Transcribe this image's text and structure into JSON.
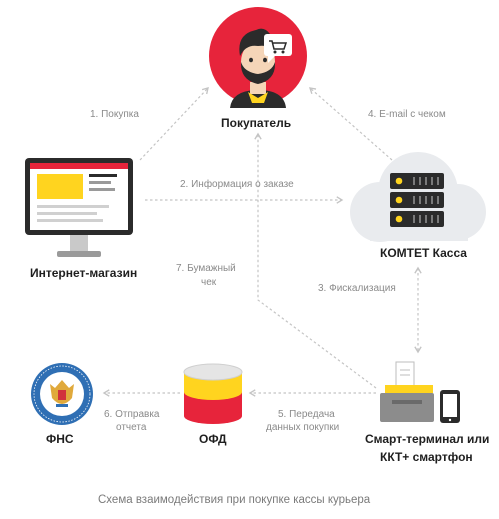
{
  "nodes": {
    "buyer": "Покупатель",
    "shop": "Интернет-магазин",
    "kassa": "КОМТЕТ Касса",
    "fns": "ФНС",
    "ofd": "ОФД",
    "terminal_line1": "Смарт-терминал или",
    "terminal_line2": "ККТ+ смартфон"
  },
  "edges": {
    "e1": "1. Покупка",
    "e2": "2. Информация о заказе",
    "e3": "3. Фискализация",
    "e4": "4. E-mail с чеком",
    "e5_line1": "5. Передача",
    "e5_line2": "данных покупки",
    "e6_line1": "6. Отправка",
    "e6_line2": "отчета",
    "e7_line1": "7. Бумажный",
    "e7_line2": "чек"
  },
  "caption": "Схема взаимодействия при покупке кассы курьера",
  "colors": {
    "accent_red": "#e7243b",
    "yellow": "#ffd41f",
    "dark": "#2b2b2b",
    "cloud": "#e9ebee",
    "line": "#c4c4c4"
  }
}
